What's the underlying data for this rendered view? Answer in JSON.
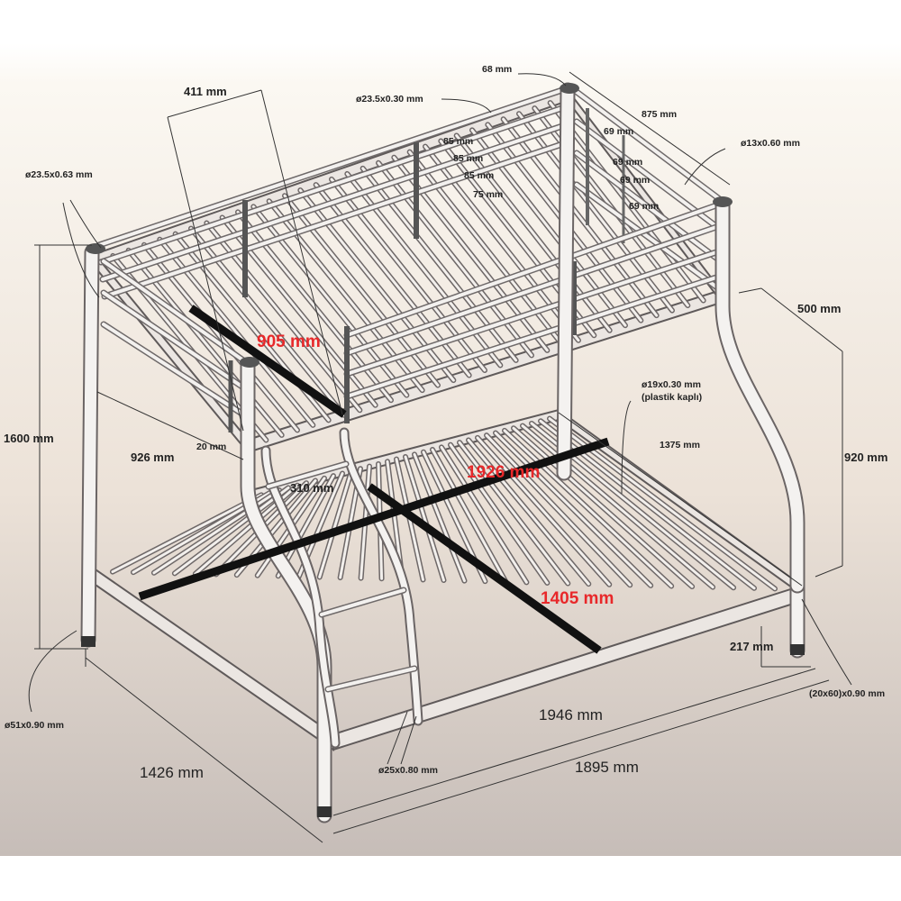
{
  "colors": {
    "background_top": "#fbf8f2",
    "background_bottom": "#c6bdb8",
    "metal_dark": "#6b6565",
    "metal_light": "#f3f1ef",
    "highlight_red": "#e8282a",
    "support_bar": "#111111"
  },
  "labels": {
    "tube_68": "68 mm",
    "length_411": "411 mm",
    "tube_235_030": "ø23.5x0.30 mm",
    "depth_875": "875 mm",
    "tube_13_060": "ø13x0.60 mm",
    "tube_235_063": "ø23.5x0.63 mm",
    "gap_85a": "85 mm",
    "gap_85b": "85 mm",
    "gap_85c": "85 mm",
    "gap_75": "75 mm",
    "gap_69a": "69 mm",
    "gap_69b": "69 mm",
    "gap_69c": "69 mm",
    "gap_69d": "69 mm",
    "height_500": "500 mm",
    "upper_width": "905 mm",
    "tube_19_030": "ø19x0.30 mm",
    "tube_19_note": "(plastik kaplı)",
    "height_1600": "1600 mm",
    "depth_1375": "1375 mm",
    "gap_20": "20 mm",
    "width_926": "926 mm",
    "height_920": "920 mm",
    "lower_length": "1926 mm",
    "ladder_310": "310 mm",
    "lower_width": "1405 mm",
    "height_217": "217 mm",
    "profile_20x60": "(20x60)x0.90 mm",
    "length_1946": "1946 mm",
    "tube_51_090": "ø51x0.90 mm",
    "depth_1426": "1426 mm",
    "tube_25_080": "ø25x0.80 mm",
    "length_1895": "1895 mm"
  }
}
